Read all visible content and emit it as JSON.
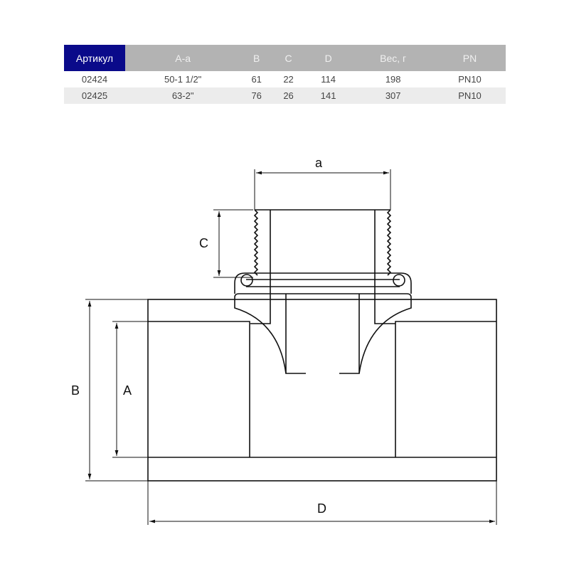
{
  "table": {
    "headers": [
      "Артикул",
      "A-a",
      "B",
      "C",
      "D",
      "Вес, г",
      "PN"
    ],
    "rows": [
      [
        "02424",
        "50-1 1/2\"",
        "61",
        "22",
        "114",
        "198",
        "PN10"
      ],
      [
        "02425",
        "63-2\"",
        "76",
        "26",
        "141",
        "307",
        "PN10"
      ]
    ],
    "header_accent": "#0a0a8a"
  },
  "drawing": {
    "labels": {
      "a": "a",
      "C": "C",
      "B": "B",
      "A": "A",
      "D": "D"
    }
  }
}
